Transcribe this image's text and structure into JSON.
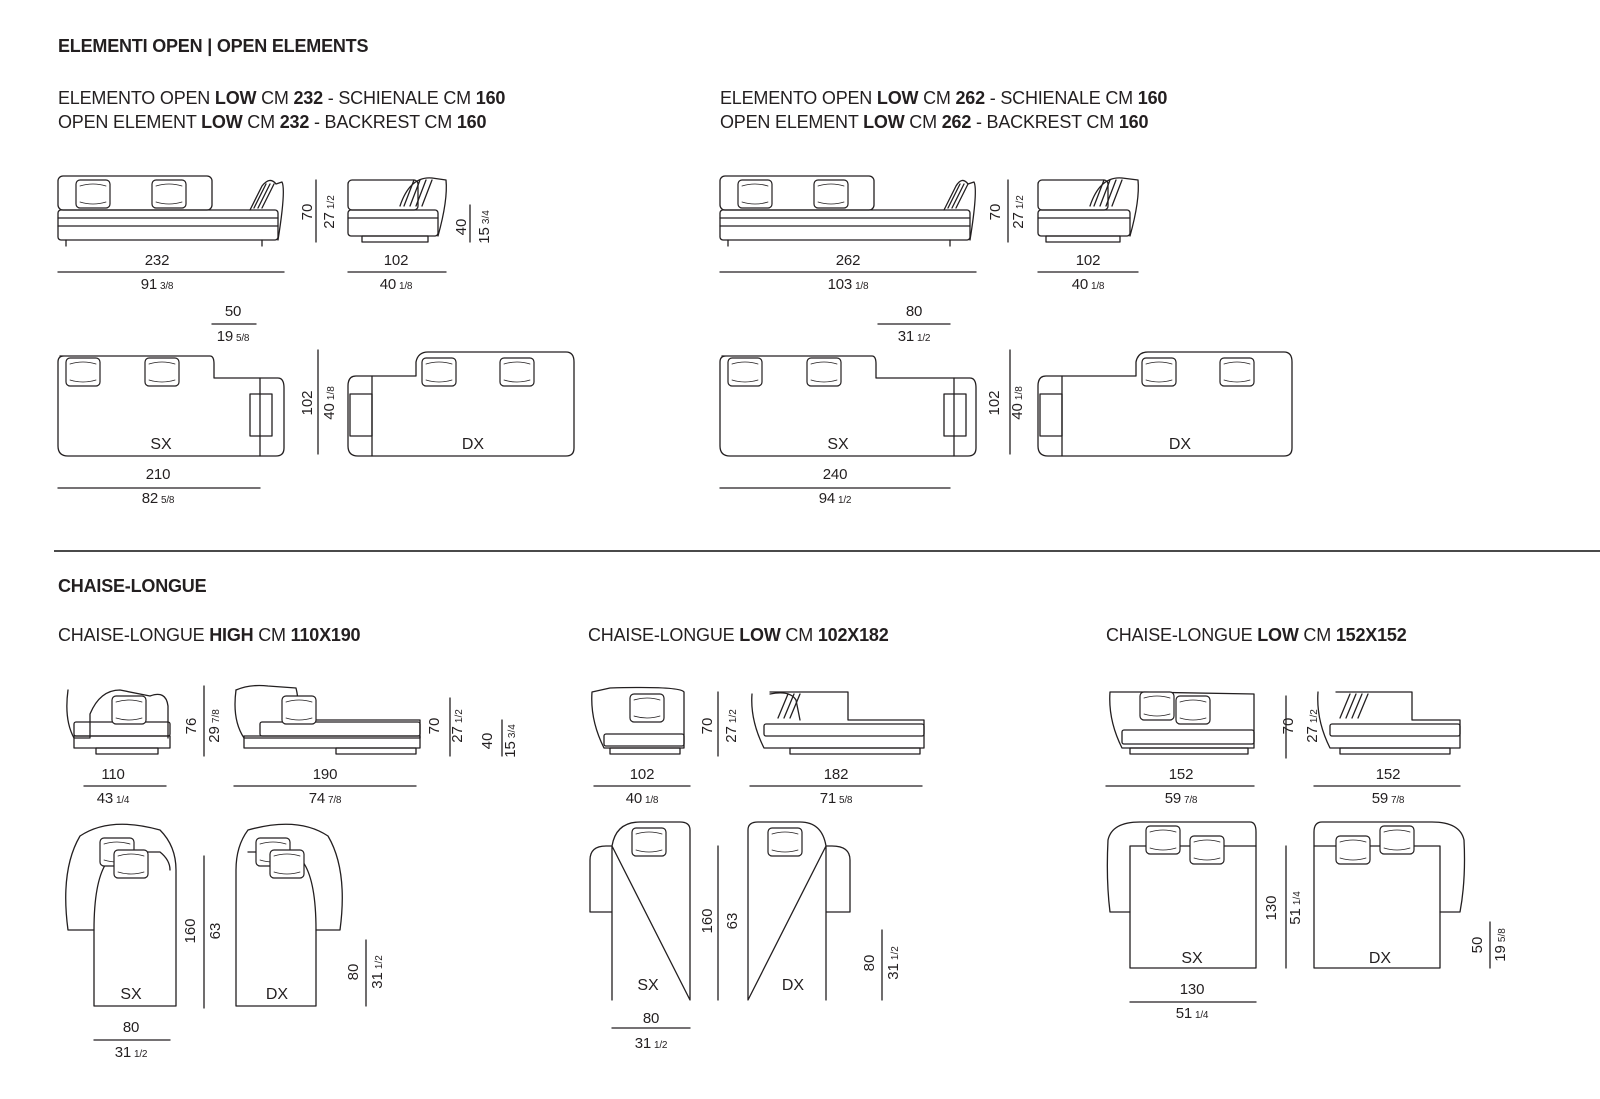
{
  "sections": {
    "open": {
      "title": "ELEMENTI OPEN | OPEN ELEMENTS",
      "items": [
        {
          "line1": {
            "a": "ELEMENTO OPEN ",
            "b": "LOW",
            "c": " CM ",
            "d": "232",
            "e": " - SCHIENALE CM ",
            "f": "160"
          },
          "line2": {
            "a": "OPEN ELEMENT ",
            "b": "LOW",
            "c": " CM ",
            "d": "232",
            "e": " - BACKREST CM ",
            "f": "160"
          },
          "side_width": {
            "cm": "232",
            "in": "91",
            "in_frac": "3/8"
          },
          "side_h1": {
            "cm": "70",
            "in": "27",
            "in_frac": "1/2"
          },
          "end_width": {
            "cm": "102",
            "in": "40",
            "in_frac": "1/8"
          },
          "end_h": {
            "cm": "40",
            "in": "15",
            "in_frac": "3/4"
          },
          "top_gap": {
            "cm": "50",
            "in": "19",
            "in_frac": "5/8"
          },
          "plan_depth": {
            "cm": "102",
            "in": "40",
            "in_frac": "1/8"
          },
          "plan_width": {
            "cm": "210",
            "in": "82",
            "in_frac": "5/8"
          },
          "sx": "SX",
          "dx": "DX"
        },
        {
          "line1": {
            "a": "ELEMENTO OPEN ",
            "b": "LOW",
            "c": " CM ",
            "d": "262",
            "e": " - SCHIENALE CM ",
            "f": "160"
          },
          "line2": {
            "a": "OPEN ELEMENT ",
            "b": "LOW",
            "c": " CM ",
            "d": "262",
            "e": " - BACKREST CM ",
            "f": "160"
          },
          "side_width": {
            "cm": "262",
            "in": "103",
            "in_frac": "1/8"
          },
          "side_h1": {
            "cm": "70",
            "in": "27",
            "in_frac": "1/2"
          },
          "end_width": {
            "cm": "102",
            "in": "40",
            "in_frac": "1/8"
          },
          "top_gap": {
            "cm": "80",
            "in": "31",
            "in_frac": "1/2"
          },
          "plan_depth": {
            "cm": "102",
            "in": "40",
            "in_frac": "1/8"
          },
          "plan_width": {
            "cm": "240",
            "in": "94",
            "in_frac": "1/2"
          },
          "sx": "SX",
          "dx": "DX"
        }
      ]
    },
    "chaise": {
      "title": "CHAISE-LONGUE",
      "items": [
        {
          "label": {
            "a": "CHAISE-LONGUE ",
            "b": "HIGH",
            "c": " CM ",
            "d": "110X190"
          },
          "front_width": {
            "cm": "110",
            "in": "43",
            "in_frac": "1/4"
          },
          "front_h": {
            "cm": "76",
            "in": "29",
            "in_frac": "7/8"
          },
          "side_width": {
            "cm": "190",
            "in": "74",
            "in_frac": "7/8"
          },
          "side_h": {
            "cm": "70",
            "in": "27",
            "in_frac": "1/2"
          },
          "side_h2": {
            "cm": "40",
            "in": "15",
            "in_frac": "3/4"
          },
          "plan_len": {
            "cm": "160",
            "in": "63"
          },
          "plan_w": {
            "cm": "80",
            "in": "31",
            "in_frac": "1/2"
          },
          "plan_arm": {
            "cm": "80",
            "in": "31",
            "in_frac": "1/2"
          },
          "sx": "SX",
          "dx": "DX"
        },
        {
          "label": {
            "a": "CHAISE-LONGUE ",
            "b": "LOW",
            "c": " CM ",
            "d": "102X182"
          },
          "front_width": {
            "cm": "102",
            "in": "40",
            "in_frac": "1/8"
          },
          "front_h": {
            "cm": "70",
            "in": "27",
            "in_frac": "1/2"
          },
          "side_width": {
            "cm": "182",
            "in": "71",
            "in_frac": "5/8"
          },
          "plan_len": {
            "cm": "160",
            "in": "63"
          },
          "plan_w": {
            "cm": "80",
            "in": "31",
            "in_frac": "1/2"
          },
          "plan_arm": {
            "cm": "80",
            "in": "31",
            "in_frac": "1/2"
          },
          "sx": "SX",
          "dx": "DX"
        },
        {
          "label": {
            "a": "CHAISE-LONGUE ",
            "b": "LOW",
            "c": " CM ",
            "d": "152X152"
          },
          "front_width": {
            "cm": "152",
            "in": "59",
            "in_frac": "7/8"
          },
          "front_h": {
            "cm": "70",
            "in": "27",
            "in_frac": "1/2"
          },
          "side_width": {
            "cm": "152",
            "in": "59",
            "in_frac": "7/8"
          },
          "plan_len": {
            "cm": "130",
            "in": "51",
            "in_frac": "1/4"
          },
          "plan_w": {
            "cm": "130",
            "in": "51",
            "in_frac": "1/4"
          },
          "plan_arm": {
            "cm": "50",
            "in": "19",
            "in_frac": "5/8"
          },
          "sx": "SX",
          "dx": "DX"
        }
      ]
    }
  }
}
